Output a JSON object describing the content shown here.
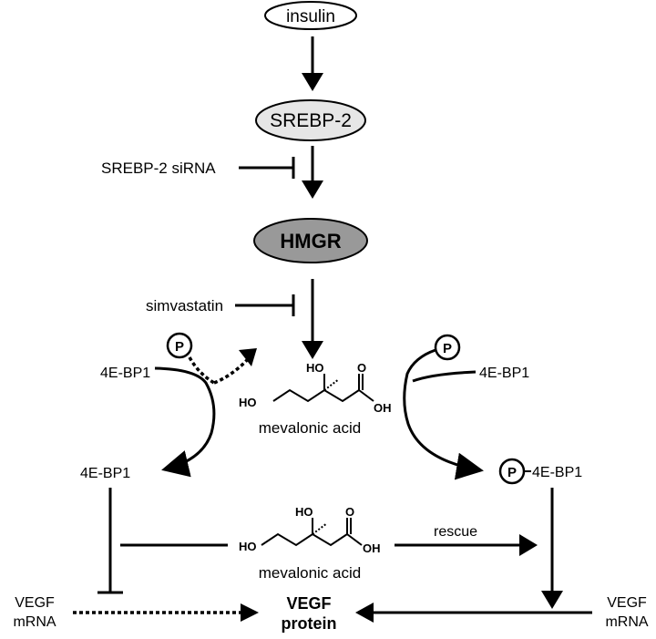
{
  "nodes": {
    "insulin": "insulin",
    "srebp2": "SREBP-2",
    "hmgr": "HMGR",
    "vegf_protein_line1": "VEGF",
    "vegf_protein_line2": "protein"
  },
  "inhibitors": {
    "srebp2_sirna": "SREBP-2 siRNA",
    "simvastatin": "simvastatin"
  },
  "molecules": {
    "mevalonic_top": "mevalonic acid",
    "mevalonic_mid": "mevalonic acid",
    "ho": "HO",
    "oh": "OH",
    "o": "O",
    "ho_top": "HO"
  },
  "proteins": {
    "left_4ebp1_top": "4E-BP1",
    "left_4ebp1_bottom": "4E-BP1",
    "right_4ebp1_top": "4E-BP1",
    "right_4ebp1_bottom": "4E-BP1",
    "phospho": "P"
  },
  "mrna": {
    "left_line1": "VEGF",
    "left_line2": "mRNA",
    "right_line1": "VEGF",
    "right_line2": "mRNA"
  },
  "edges": {
    "rescue": "rescue"
  },
  "colors": {
    "srebp2_fill": "#e6e6e6",
    "hmgr_fill": "#999999",
    "stroke": "#000000"
  }
}
